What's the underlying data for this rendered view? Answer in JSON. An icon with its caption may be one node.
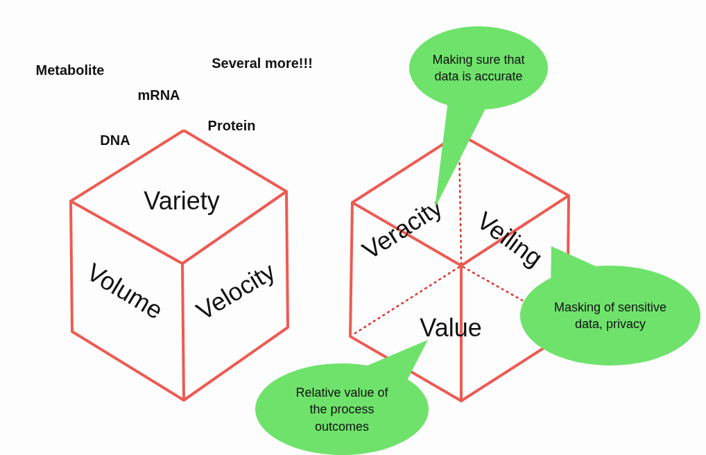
{
  "diagram": {
    "nodes": [
      {
        "text": [
          "Making sure that data is accurate"
        ]
      },
      {
        "text": [
          "Masking of sensitive data, privacy"
        ]
      },
      {
        "text": [
          "Relative value of the process outcomes"
        ]
      }
    ],
    "labels": [
      "Several more!!!",
      "Metabolite",
      "mRNA",
      "Protein",
      "DNA",
      "Variety",
      "Veracity",
      "Veiling",
      "Volume",
      "Velocity",
      "Value"
    ]
  }
}
